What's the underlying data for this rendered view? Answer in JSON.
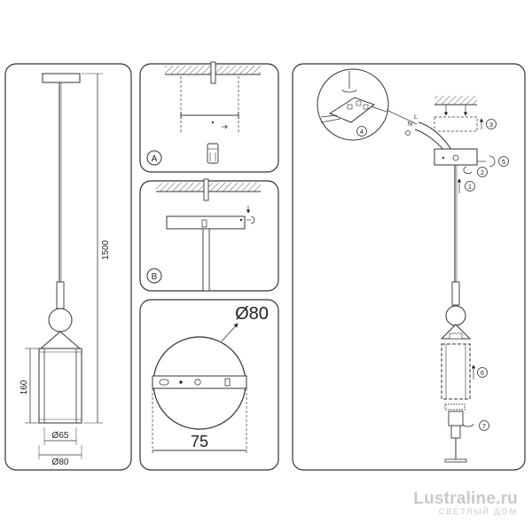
{
  "left_panel": {
    "dim_total": "1500",
    "dim_lower": "160",
    "dim_inner_dia": "Ø65",
    "dim_outer_dia": "Ø80"
  },
  "panel_a": {
    "label": "A"
  },
  "panel_b": {
    "label": "B"
  },
  "canopy_panel": {
    "diameter": "Ø80",
    "width": "75"
  },
  "install_panel": {
    "wire_label_l": "L",
    "wire_label_n": "N",
    "steps": [
      "1",
      "2",
      "3",
      "4",
      "5",
      "6",
      "7"
    ]
  },
  "watermark": {
    "site_a": "Lustra",
    "site_b": "line.ru",
    "subtitle": "СВЕТЛЫЙ ДОМ"
  }
}
